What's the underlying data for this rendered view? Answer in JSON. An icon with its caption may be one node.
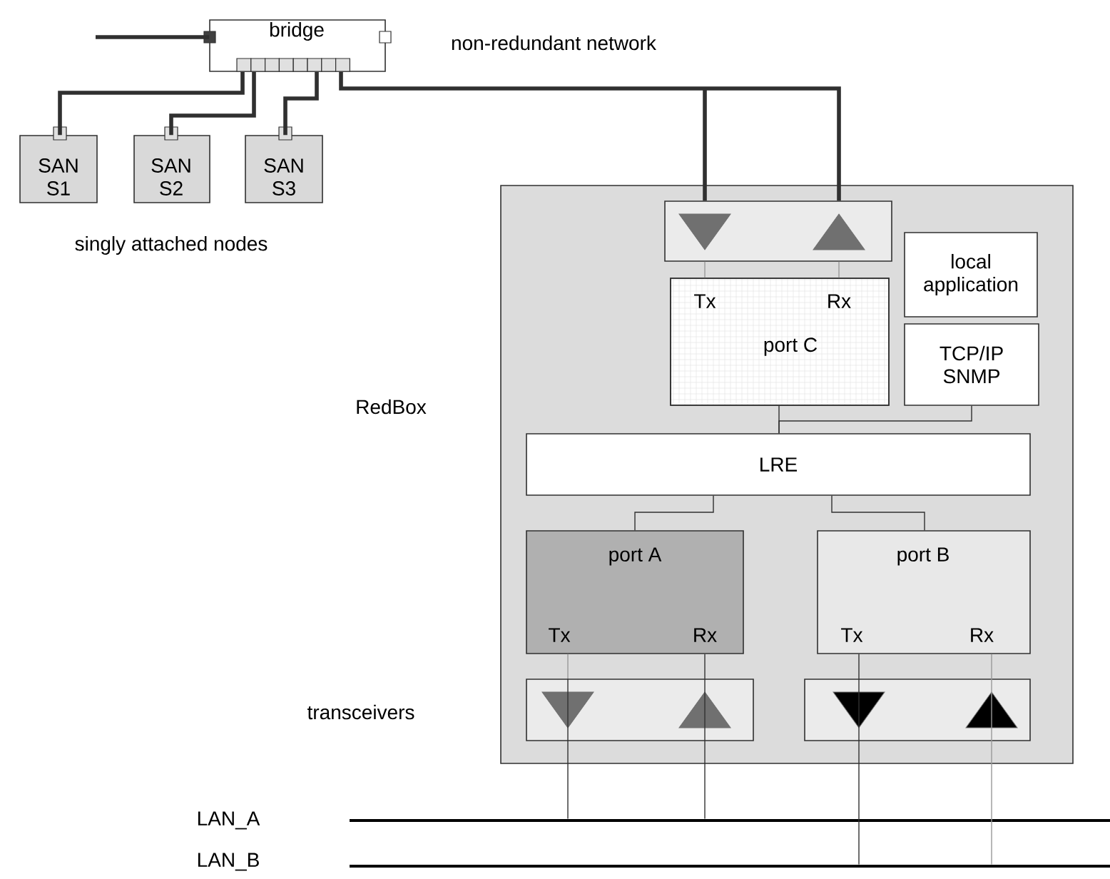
{
  "diagram": {
    "nodes": [
      {
        "text": [
          "bridge"
        ]
      },
      {
        "text": [
          "SAN S1"
        ]
      },
      {
        "text": [
          "SAN S2"
        ]
      },
      {
        "text": [
          "SAN S3"
        ]
      },
      {
        "text": [
          "RedBox"
        ]
      },
      {
        "text": [],
        "shape": "box",
        "in": 4
      },
      {
        "text": [
          "Tx",
          "Rx",
          "port C"
        ],
        "in": 4
      },
      {
        "text": [
          "local application"
        ],
        "in": 4
      },
      {
        "text": [
          "TCP/IP SNMP"
        ],
        "in": 4
      },
      {
        "text": [
          "LRE"
        ],
        "in": 4
      },
      {
        "text": [
          "port A",
          "Tx",
          "Rx"
        ],
        "in": 4
      },
      {
        "text": [
          "port B",
          "Tx",
          "Rx"
        ],
        "in": 4
      },
      {
        "text": [],
        "shape": "box",
        "in": 4
      },
      {
        "text": [],
        "shape": "box",
        "in": 4
      },
      {
        "text": [],
        "shape": "bar"
      },
      {
        "text": [],
        "shape": "bar"
      }
    ],
    "edges": [
      {
        "from": null,
        "to": 0,
        "arrow": "none",
        "style": "thick"
      },
      {
        "from": 0,
        "to": 1,
        "arrow": "none",
        "style": "thick"
      },
      {
        "from": 0,
        "to": 2,
        "arrow": "none",
        "style": "thick"
      },
      {
        "from": 0,
        "to": 3,
        "arrow": "none",
        "style": "thick"
      },
      {
        "from": 0,
        "to": 5,
        "arrow": "none",
        "style": "thick"
      },
      {
        "from": 5,
        "to": 6,
        "arrow": "none",
        "color": "#999999"
      },
      {
        "from": 5,
        "to": 6,
        "arrow": "none",
        "color": "#999999"
      },
      {
        "from": 6,
        "to": 9,
        "arrow": "none"
      },
      {
        "from": 8,
        "to": 9,
        "arrow": "none"
      },
      {
        "from": 9,
        "to": 10,
        "arrow": "none"
      },
      {
        "from": 9,
        "to": 11,
        "arrow": "none"
      },
      {
        "from": 10,
        "to": 12,
        "arrow": "none",
        "color": "#999999"
      },
      {
        "from": 10,
        "to": 12,
        "arrow": "none"
      },
      {
        "from": 11,
        "to": 13,
        "arrow": "none"
      },
      {
        "from": 11,
        "to": 13,
        "arrow": "none",
        "color": "#999999"
      },
      {
        "from": 12,
        "to": 14,
        "arrow": "none"
      },
      {
        "from": 12,
        "to": 14,
        "arrow": "none"
      },
      {
        "from": 13,
        "to": 15,
        "arrow": "none"
      },
      {
        "from": 13,
        "to": 15,
        "arrow": "none",
        "color": "#999999"
      }
    ],
    "labels": [
      "non-redundant network",
      "singly attached nodes",
      "transceivers",
      "LAN_A",
      "LAN_B"
    ]
  }
}
